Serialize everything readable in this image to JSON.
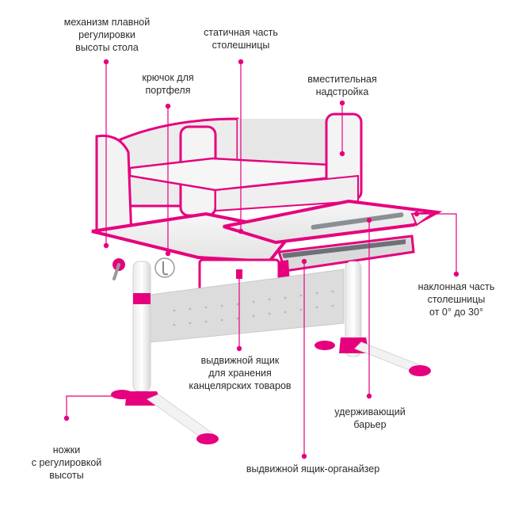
{
  "accent_color": "#e6007e",
  "callouts": {
    "height_mechanism": [
      "механизм плавной",
      "регулировки",
      "высоты стола"
    ],
    "static_top": [
      "статичная часть",
      "столешницы"
    ],
    "bag_hook": [
      "крючок для",
      "портфеля"
    ],
    "superstructure": [
      "вместительная",
      "надстройка"
    ],
    "tilt_top": [
      "наклонная часть",
      "столешницы",
      "от 0° до 30°"
    ],
    "stationery_drawer": [
      "выдвижной ящик",
      "для хранения",
      "канцелярских товаров"
    ],
    "retaining_barrier": [
      "удерживающий",
      "барьер"
    ],
    "adjustable_feet": [
      "ножки",
      "с регулировкой",
      "высоты"
    ],
    "organizer_drawer": [
      "выдвижной ящик-органайзер"
    ]
  }
}
